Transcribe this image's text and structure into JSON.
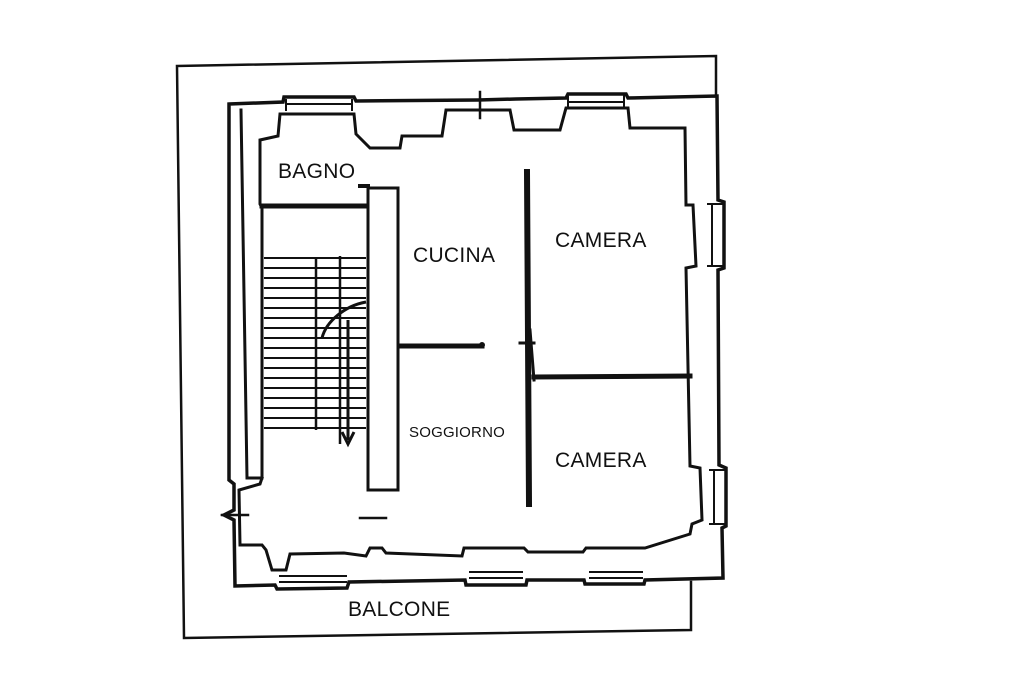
{
  "floorplan": {
    "rooms": {
      "bagno": "BAGNO",
      "cucina": "CUCINA",
      "camera_top": "CAMERA",
      "camera_bottom": "CAMERA",
      "soggiorno": "SOGGIORNO",
      "balcone": "BALCONE"
    },
    "colors": {
      "ink": "#111111",
      "background": "#ffffff"
    }
  }
}
